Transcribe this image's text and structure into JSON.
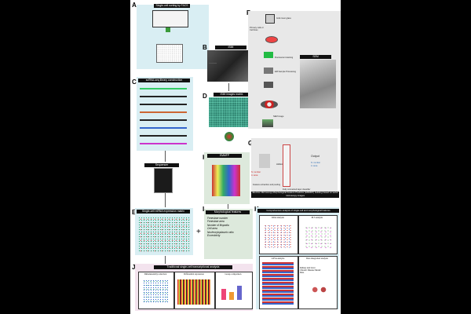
{
  "panels": {
    "A": {
      "letter": "A",
      "title": "Single-cell sorting by FACS"
    },
    "B": {
      "letter": "B",
      "title": "iSIM"
    },
    "C": {
      "letter": "C",
      "title": "scRNA-seq library construction"
    },
    "D": {
      "letter": "D",
      "title": "iSIM images matrix"
    },
    "E": {
      "letter": "E",
      "title": "Single-cell mRNA expression matrix"
    },
    "F": {
      "letter": "F",
      "items": [
        "Grid cover glass",
        "Primary cells or Cell lines",
        "Fluorescent staining",
        "EM Sample Processing",
        "SEM image"
      ],
      "sem_title": "SEM"
    },
    "G": {
      "letter": "G",
      "output": "Output",
      "output_items": [
        "N: number",
        "A: area"
      ],
      "hidden": "Hidden",
      "caption_small": [
        "Feature extraction and pooling",
        "Fully connected layer classifier"
      ],
      "caption": "Electron Microscopy Morphological Feature Predictor (EMMFP) building based on serial microscopy images",
      "input_labels": [
        "N: number",
        "A: area"
      ]
    },
    "H": {
      "letter": "H",
      "title": "EMMFP"
    },
    "I": {
      "letter": "I",
      "title": "Morphological features",
      "features": [
        "Fenestrae number",
        "Fenestrae area",
        "Number of filopodia",
        "Cell area",
        "Nucleocytoplasmic ratio",
        "Eccentricity"
      ]
    },
    "J": {
      "letter": "J",
      "title": "Traditional single-cell transcriptional analysis",
      "sub": [
        "Dimensionality reduction",
        "Differential expression",
        "Group comparison"
      ]
    },
    "K": {
      "letter": "K",
      "title": "Comprehensive analysis of single-cell and morphological features",
      "sub": [
        "KDA analysis",
        "PLS analysis",
        "GSVA analysis",
        "Data integration analysis"
      ],
      "integration_text": "Kidney and Liver Chronic Disease Model Data"
    },
    "seq": {
      "title": "Sequencer"
    },
    "plus": "+"
  },
  "colors": {
    "cyan": "#d9eef3",
    "green": "#dde9dc",
    "grey": "#e8e8e8",
    "pink": "#f3e3ee",
    "accent_red": "#d9342b",
    "accent_blue": "#2f6fb5"
  }
}
